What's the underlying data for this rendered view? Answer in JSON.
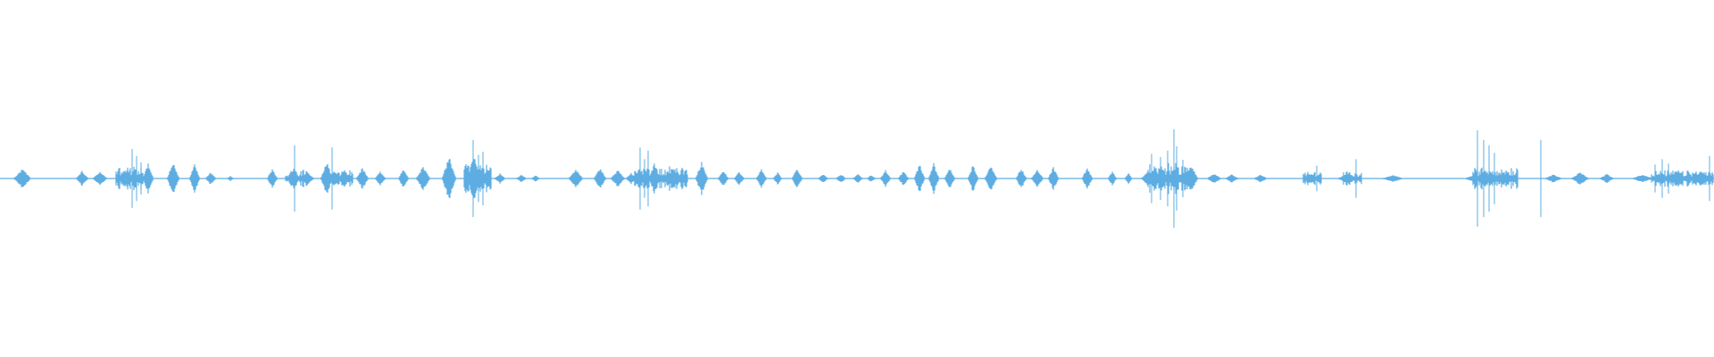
{
  "waveform": {
    "wave_color": "#5dade2",
    "background_color": "#ffffff",
    "centerline": "middle",
    "segment_count": 8,
    "min_level": 0.006,
    "features": {
      "blobs": [
        [
          0.025,
          0.01,
          0.18
        ],
        [
          0.092,
          0.007,
          0.14
        ],
        [
          0.112,
          0.008,
          0.14
        ],
        [
          0.139,
          0.006,
          0.16
        ],
        [
          0.166,
          0.006,
          0.3
        ],
        [
          0.194,
          0.007,
          0.32
        ],
        [
          0.218,
          0.006,
          0.28
        ],
        [
          0.236,
          0.006,
          0.12
        ],
        [
          0.258,
          0.004,
          0.05
        ],
        [
          0.305,
          0.006,
          0.18
        ],
        [
          0.329,
          0.007,
          0.22
        ],
        [
          0.344,
          0.008,
          0.14
        ],
        [
          0.366,
          0.007,
          0.32
        ],
        [
          0.386,
          0.006,
          0.18
        ],
        [
          0.406,
          0.007,
          0.2
        ],
        [
          0.426,
          0.006,
          0.14
        ],
        [
          0.452,
          0.006,
          0.18
        ],
        [
          0.474,
          0.008,
          0.22
        ],
        [
          0.503,
          0.008,
          0.42
        ],
        [
          0.531,
          0.008,
          0.42
        ],
        [
          0.56,
          0.006,
          0.1
        ],
        [
          0.584,
          0.006,
          0.07
        ],
        [
          0.6,
          0.005,
          0.06
        ],
        [
          0.645,
          0.008,
          0.18
        ],
        [
          0.672,
          0.007,
          0.2
        ],
        [
          0.692,
          0.008,
          0.16
        ],
        [
          0.707,
          0.006,
          0.11
        ],
        [
          0.733,
          0.007,
          0.28
        ],
        [
          0.754,
          0.006,
          0.22
        ],
        [
          0.786,
          0.007,
          0.32
        ],
        [
          0.81,
          0.006,
          0.16
        ],
        [
          0.828,
          0.006,
          0.12
        ],
        [
          0.853,
          0.006,
          0.18
        ],
        [
          0.871,
          0.005,
          0.12
        ],
        [
          0.893,
          0.006,
          0.2
        ],
        [
          0.922,
          0.006,
          0.08
        ],
        [
          0.942,
          0.006,
          0.08
        ],
        [
          0.961,
          0.006,
          0.08
        ],
        [
          0.976,
          0.005,
          0.07
        ],
        [
          0.992,
          0.006,
          0.16
        ],
        [
          1.012,
          0.006,
          0.14
        ],
        [
          1.03,
          0.006,
          0.28
        ],
        [
          1.046,
          0.006,
          0.3
        ],
        [
          1.064,
          0.006,
          0.2
        ],
        [
          1.09,
          0.006,
          0.26
        ],
        [
          1.11,
          0.007,
          0.26
        ],
        [
          1.144,
          0.006,
          0.2
        ],
        [
          1.162,
          0.007,
          0.16
        ],
        [
          1.18,
          0.006,
          0.22
        ],
        [
          1.218,
          0.006,
          0.22
        ],
        [
          1.246,
          0.005,
          0.14
        ],
        [
          1.264,
          0.004,
          0.12
        ],
        [
          1.284,
          0.006,
          0.1
        ],
        [
          1.334,
          0.008,
          0.26
        ],
        [
          1.36,
          0.008,
          0.1
        ],
        [
          1.38,
          0.008,
          0.08
        ],
        [
          1.412,
          0.008,
          0.07
        ],
        [
          1.47,
          0.01,
          0.08
        ],
        [
          1.51,
          0.012,
          0.1
        ],
        [
          1.56,
          0.012,
          0.07
        ],
        [
          1.65,
          0.01,
          0.06
        ],
        [
          1.69,
          0.008,
          0.06
        ],
        [
          1.74,
          0.01,
          0.08
        ],
        [
          1.77,
          0.01,
          0.12
        ],
        [
          1.8,
          0.008,
          0.09
        ],
        [
          1.84,
          0.012,
          0.08
        ],
        [
          1.88,
          0.01,
          0.16
        ],
        [
          1.905,
          0.01,
          0.14
        ]
      ],
      "spikes": [
        [
          0.148,
          0.55
        ],
        [
          0.153,
          0.42
        ],
        [
          0.158,
          0.3
        ],
        [
          0.33,
          0.62
        ],
        [
          0.372,
          0.58
        ],
        [
          0.53,
          0.72
        ],
        [
          0.536,
          0.44
        ],
        [
          0.541,
          0.5
        ],
        [
          0.717,
          0.58
        ],
        [
          0.722,
          0.36
        ],
        [
          0.726,
          0.52
        ],
        [
          1.29,
          0.46
        ],
        [
          1.3,
          0.4
        ],
        [
          1.308,
          0.52
        ],
        [
          1.318,
          0.6
        ],
        [
          1.315,
          0.92
        ],
        [
          1.325,
          0.35
        ],
        [
          1.475,
          0.24
        ],
        [
          1.519,
          0.36
        ],
        [
          1.655,
          0.9
        ],
        [
          1.662,
          0.72
        ],
        [
          1.668,
          0.62
        ],
        [
          1.674,
          0.48
        ],
        [
          1.726,
          0.72
        ],
        [
          1.854,
          0.26
        ],
        [
          1.862,
          0.36
        ],
        [
          1.869,
          0.28
        ],
        [
          1.915,
          0.42
        ]
      ],
      "bursts": [
        [
          0.13,
          0.16,
          0.24
        ],
        [
          0.32,
          0.345,
          0.18
        ],
        [
          0.365,
          0.395,
          0.16
        ],
        [
          0.52,
          0.55,
          0.3
        ],
        [
          0.71,
          0.77,
          0.24
        ],
        [
          1.285,
          1.33,
          0.3
        ],
        [
          1.46,
          1.48,
          0.14
        ],
        [
          1.505,
          1.525,
          0.14
        ],
        [
          1.65,
          1.7,
          0.24
        ],
        [
          1.85,
          1.92,
          0.16
        ]
      ]
    }
  }
}
